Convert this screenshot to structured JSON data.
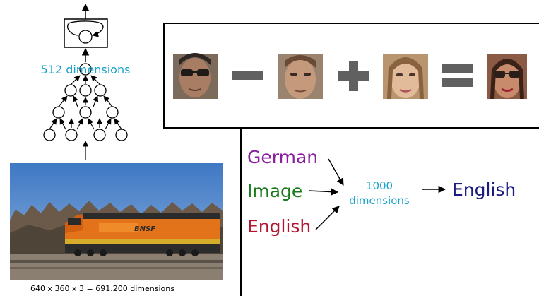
{
  "encoder": {
    "embedding_label": "512 dimensions",
    "input_caption": "640 x 360 x 3 = 691.200 dimensions",
    "photo_subject": "orange freight locomotive"
  },
  "face_arithmetic": {
    "operators": [
      "−",
      "+",
      "="
    ],
    "faces": [
      "man-with-sunglasses",
      "man-neutral",
      "woman-neutral",
      "woman-with-sunglasses"
    ]
  },
  "translation": {
    "inputs": [
      {
        "label": "German",
        "color": "#8a1fa0"
      },
      {
        "label": "Image",
        "color": "#1a7a1a"
      },
      {
        "label": "English",
        "color": "#b0142e"
      }
    ],
    "hub_value": "1000",
    "hub_unit": "dimensions",
    "output": {
      "label": "English",
      "color": "#1a1a80"
    },
    "hub_color": "#1ba3c9"
  }
}
